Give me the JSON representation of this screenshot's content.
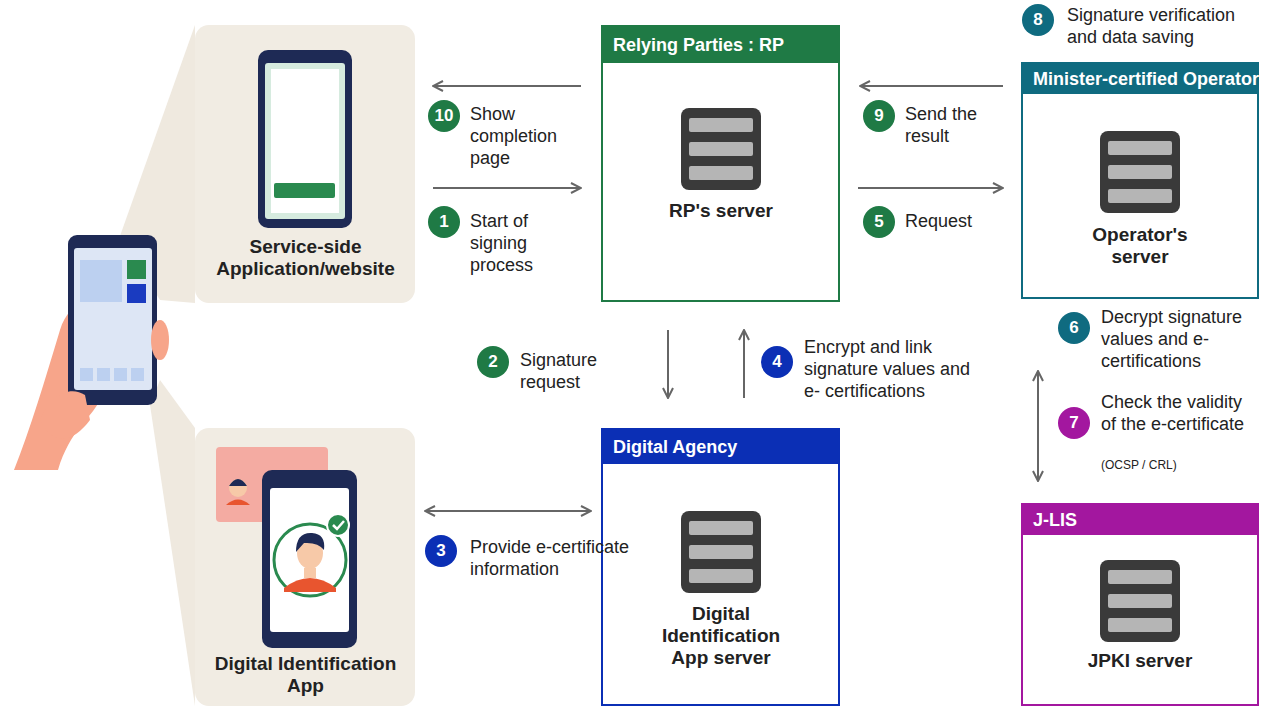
{
  "diagram": {
    "nodes": [
      {
        "text": [
          "Service-side Application/website"
        ]
      },
      {
        "text": [
          "Relying Parties : RP",
          "RP's server"
        ]
      },
      {
        "text": [
          "Minister-certified Operator",
          "Operator's server"
        ]
      },
      {
        "text": [
          "Digital Identification App"
        ]
      },
      {
        "text": [
          "Digital Agency",
          "Digital Identification App server"
        ]
      },
      {
        "text": [
          "J-LIS",
          "JPKI server"
        ]
      }
    ],
    "edges": [
      {
        "from": 0,
        "to": 1,
        "arrow": "to",
        "label": "Start of signing process"
      },
      {
        "from": 1,
        "to": 4,
        "arrow": "to",
        "label": "Signature request"
      },
      {
        "from": 3,
        "to": 4,
        "arrow": "both",
        "label": "Provide e-certificate information"
      },
      {
        "from": 4,
        "to": 1,
        "arrow": "to",
        "label": "Encrypt and link signature values and e- certifications"
      },
      {
        "from": 1,
        "to": 2,
        "arrow": "to",
        "label": "Request"
      },
      {
        "from": 2,
        "to": 5,
        "arrow": "both",
        "label": "Check the validity of the e-certificate"
      },
      {
        "from": 2,
        "to": 1,
        "arrow": "to",
        "label": "Send the result"
      },
      {
        "from": 1,
        "to": 0,
        "arrow": "to",
        "label": "Show completion page"
      }
    ],
    "labels": [
      "1",
      "2",
      "3",
      "4",
      "5",
      "6",
      "Decrypt signature values and e-certifications",
      "7",
      "(OCSP / CRL)",
      "8",
      "Signature verification and data saving",
      "9",
      "10"
    ]
  }
}
